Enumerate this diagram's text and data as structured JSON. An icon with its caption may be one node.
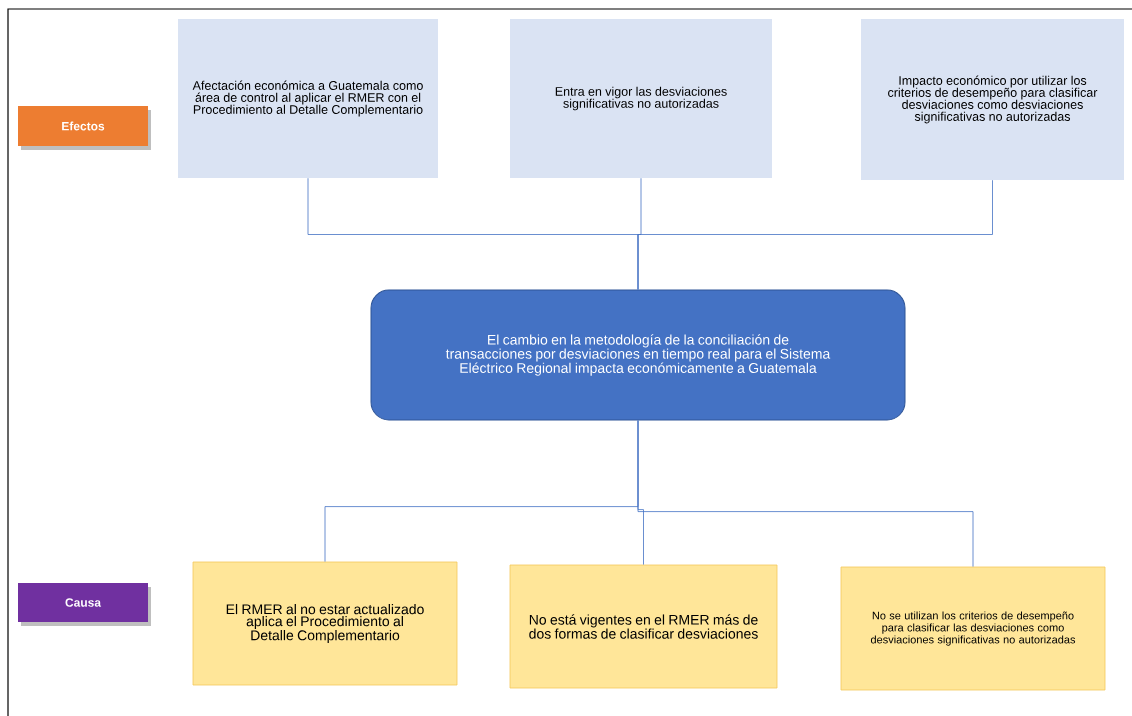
{
  "diagram": {
    "nodes": [
      {
        "text": [
          "Efectos"
        ]
      },
      {
        "text": [
          "Afectación económica a Guatemala como área de control al aplicar el RMER con el Procedimiento al Detalle Complementario"
        ]
      },
      {
        "text": [
          "Entra en vigor las desviaciones significativas no autorizadas"
        ]
      },
      {
        "text": [
          "Impacto económico por utilizar los criterios de desempeño para clasificar desviaciones como desviaciones significativas no autorizadas"
        ]
      },
      {
        "text": [
          "El cambio en la metodología de la conciliación de transacciones por desviaciones en tiempo real para el Sistema Eléctrico Regional impacta económicamente a Guatemala"
        ]
      },
      {
        "text": [
          "Causa"
        ]
      },
      {
        "text": [
          "El RMER al no estar actualizado aplica el Procedimiento al Detalle Complementario"
        ]
      },
      {
        "text": [
          "No está vigentes en el RMER más de dos formas de clasificar desviaciones"
        ]
      },
      {
        "text": [
          "No se utilizan los criterios de desempeño para clasificar las desviaciones como desviaciones significativas no autorizadas"
        ]
      }
    ],
    "edges": [
      {
        "from": 1,
        "to": 4,
        "arrow": "none"
      },
      {
        "from": 2,
        "to": 4,
        "arrow": "none"
      },
      {
        "from": 3,
        "to": 4,
        "arrow": "none"
      },
      {
        "from": 4,
        "to": 6,
        "arrow": "none"
      },
      {
        "from": 4,
        "to": 7,
        "arrow": "none"
      },
      {
        "from": 4,
        "to": 8,
        "arrow": "none"
      }
    ]
  }
}
